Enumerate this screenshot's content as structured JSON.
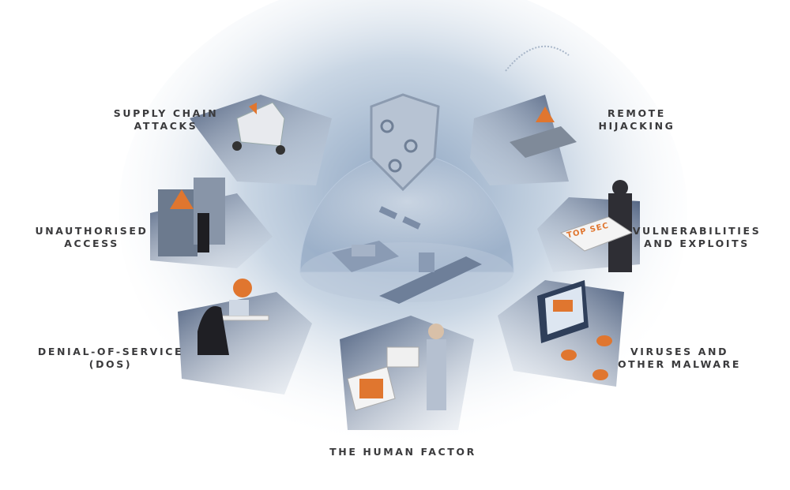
{
  "threats": {
    "supply_chain": [
      "SUPPLY CHAIN",
      "ATTACKS"
    ],
    "unauthorised_access": [
      "UNAUTHORISED",
      "ACCESS"
    ],
    "denial_of_service": [
      "DENIAL-OF-SERVICE",
      "(DOS)"
    ],
    "remote_hijacking": [
      "REMOTE",
      "HIJACKING"
    ],
    "vulnerabilities": [
      "VULNERABILITIES",
      "AND EXPLOITS"
    ],
    "malware": [
      "VIRUSES AND",
      "OTHER MALWARE"
    ],
    "human_factor": [
      "THE HUMAN FACTOR"
    ]
  },
  "document_text": "TOP SEC",
  "colors": {
    "accent": "#e0762f",
    "panel": "#5d6f8c",
    "text": "#3a3a3c"
  }
}
